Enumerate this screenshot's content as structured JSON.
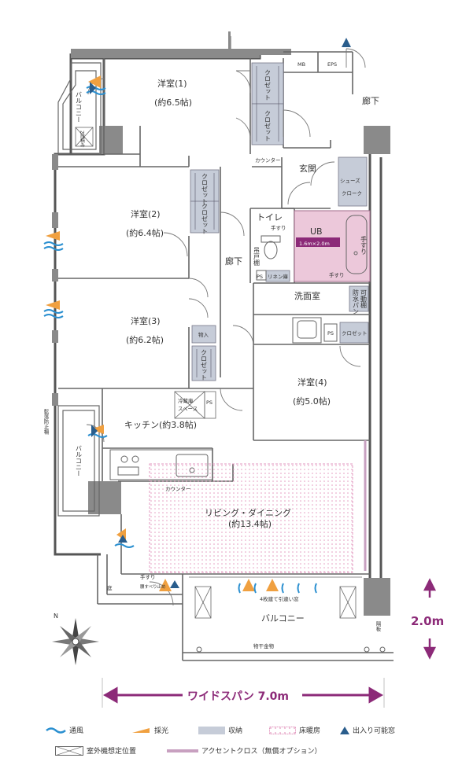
{
  "rooms": {
    "bedroom1": {
      "name": "洋室(1)",
      "size": "(約6.5帖)"
    },
    "bedroom2": {
      "name": "洋室(2)",
      "size": "(約6.4帖)"
    },
    "bedroom3": {
      "name": "洋室(3)",
      "size": "(約6.2帖)"
    },
    "bedroom4": {
      "name": "洋室(4)",
      "size": "(約5.0帖)"
    },
    "kitchen": {
      "name": "キッチン(約3.8帖)"
    },
    "living": {
      "name": "リビング・ダイニング",
      "size": "(約13.4帖)"
    },
    "genkan": "玄関",
    "corridor_top": "廊下",
    "corridor_mid": "廊下",
    "toilet": "トイレ",
    "washroom": "洗面室",
    "ub": "UB",
    "ub_size": "1.6m×2.0m",
    "shoes_cloak_1": "シューズ",
    "shoes_cloak_2": "クローク"
  },
  "labels": {
    "closet": "クロゼット",
    "storage": "物入",
    "counter": "カウンター",
    "mb": "MB",
    "eps": "EPS",
    "ps": "PS",
    "linen": "リネン庫",
    "handrail": "手すり",
    "fridge_1": "冷蔵庫",
    "fridge_2": "スペース",
    "waterproof_pan": "防水パン",
    "movable_shelf": "可動棚",
    "hanger": "吊戸棚",
    "balcony": "バルコニー",
    "balcony_bottom": "バルコニー",
    "two_step": "2段積み",
    "fall_prevention": "転落防止柵",
    "window_4": "4枚建て引違い窓",
    "garden": "庭",
    "laundry_hardware": "物干金物",
    "partition": "隔板",
    "kitchen_counter": "カウンター",
    "high_handrail": "腰すべり止め",
    "handrail_side": "手すり"
  },
  "dimensions": {
    "depth": "2.0m",
    "wide_span": "ワイドスパン 7.0m"
  },
  "legend": {
    "ventilation": "通風",
    "daylight": "採光",
    "storage": "収納",
    "floor_heating": "床暖房",
    "entrance": "出入り可能窓",
    "outdoor_unit": "室外機想定位置",
    "accent_cloth": "アクセントクロス（無償オプション）"
  },
  "colors": {
    "accent": "#8c2a78",
    "ventilation": "#2a8fd0",
    "daylight": "#f0a040",
    "storage": "#c6ccd8",
    "floor_heating": "#e8a8c8",
    "bath_fill": "#ecc8da",
    "entrance_marker": "#2a5d8c",
    "wall": "#555555"
  }
}
